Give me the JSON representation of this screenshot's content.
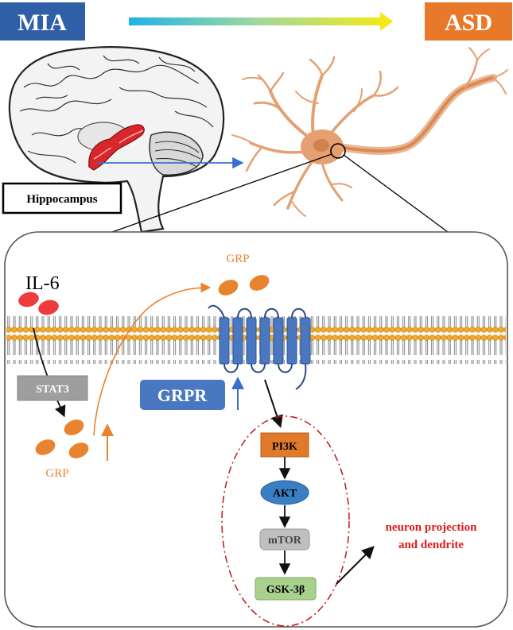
{
  "header": {
    "left_box": "MIA",
    "right_box": "ASD"
  },
  "brain": {
    "region_label": "Hippocampus"
  },
  "cell": {
    "cytokine_label": "IL-6",
    "transcription_factor": "STAT3",
    "ligand_label_top": "GRP",
    "ligand_label_bottom": "GRP",
    "receptor_label": "GRPR"
  },
  "pathway": {
    "nodes": [
      "PI3K",
      "AKT",
      "mTOR",
      "GSK-3β"
    ],
    "outcome_line1": "neuron projection",
    "outcome_line2": "and dendrite"
  },
  "colors": {
    "mia_box": "#2f5fa7",
    "asd_box": "#e8792b",
    "pi3k": "#e07a2a",
    "akt": "#3a7fc4",
    "mtor": "#bfbfbf",
    "gsk3b": "#a9d18e",
    "stat3": "#9e9e9e",
    "grpr": "#4a78c0",
    "grp_ovals": "#e8842f",
    "il6_ovals": "#ee3b3b",
    "outcome_text": "#e01b1b",
    "neuron": "#e5a072",
    "membrane_heads": "#f0a830"
  }
}
